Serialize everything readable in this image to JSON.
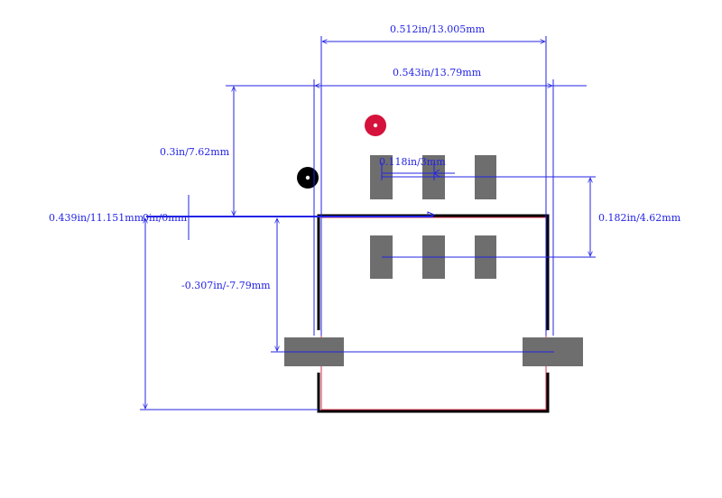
{
  "dimensions": {
    "top_width_inner": "0.512in/13.005mm",
    "top_width_outer": "0.543in/13.79mm",
    "height_to_origin": "0.3in/7.62mm",
    "pad_pitch": "0.118in/3mm",
    "left_total_height": "0.439in/11.151mm",
    "origin": "0in/0mm",
    "row_spacing": "0.182in/4.62mm",
    "bottom_pads_offset": "-0.307in/-7.79mm"
  },
  "colors": {
    "dimension": "#2323e6",
    "pad": "#6e6e6e",
    "outline": "#000000",
    "courtyard": "#d6304a",
    "pin1_marker": "#d4123b",
    "origin_marker": "#000000"
  },
  "icons": {
    "pin1": "red-dot-marker",
    "origin": "black-dot-marker"
  }
}
